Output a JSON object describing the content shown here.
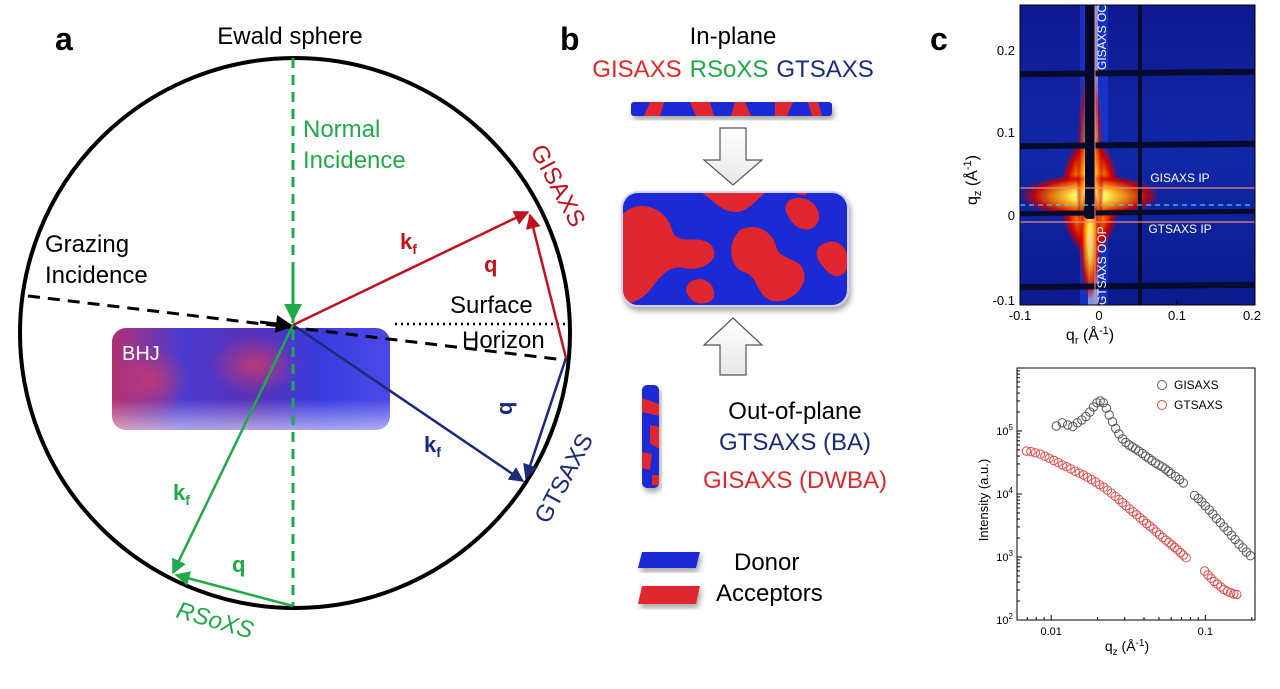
{
  "colors": {
    "black": "#000000",
    "green": "#1faa4a",
    "red": "#c0121e",
    "navy": "#1a2b7a",
    "donor_blue": "#1f2bd6",
    "acceptor_red": "#e0282d",
    "gisaxs_marker": "#555555",
    "gtsaxs_marker": "#e24a4a"
  },
  "panel_a": {
    "letter": "a",
    "ewald_label": "Ewald sphere",
    "normal_incidence": [
      "Normal",
      "Incidence"
    ],
    "grazing_incidence": [
      "Grazing",
      "Incidence"
    ],
    "surface_horizon": [
      "Surface",
      "Horizon"
    ],
    "bhj_label": "BHJ",
    "gisaxs_label": "GISAXS",
    "gtsaxs_label": "GTSAXS",
    "rsoxs_label": "RSoXS",
    "kf_main": "k",
    "kf_sub": "f",
    "q_label": "q"
  },
  "panel_b": {
    "letter": "b",
    "inplane_title": "In-plane",
    "inplane_methods": [
      "GISAXS",
      "RSoXS",
      "GTSAXS"
    ],
    "outofplane_title": "Out-of-plane",
    "outofplane_methods": [
      "GTSAXS (BA)",
      "GISAXS (DWBA)"
    ],
    "legend": [
      "Donor",
      "Acceptors"
    ]
  },
  "panel_c": {
    "letter": "c",
    "map": {
      "ylabel_main": "q",
      "ylabel_sub": "z",
      "ylabel_unit": " (Å",
      "ylabel_exp": "-1",
      "ylabel_close": ")",
      "xlabel_main": "q",
      "xlabel_sub": "r",
      "xlabel_unit": " (Å",
      "xlabel_exp": "-1",
      "xlabel_close": ")",
      "xticks": [
        "-0.1",
        "0",
        "0.1",
        "0.2"
      ],
      "yticks": [
        "0.2",
        "0.1",
        "0",
        "-0.1"
      ],
      "annotations": [
        "GISAXS OOP",
        "GISAXS IP",
        "GTSAXS IP",
        "GTSAXS OOP"
      ]
    }
  },
  "chart_data": {
    "type": "scatter",
    "xlabel": "q_z (Å^-1)",
    "ylabel": "Intensity (a.u.)",
    "xscale": "log",
    "yscale": "log",
    "xlim": [
      0.006,
      0.21
    ],
    "ylim": [
      100,
      1000000
    ],
    "xtick_labels": [
      "0.01",
      "0.1"
    ],
    "ytick_labels": [
      "10^2",
      "10^3",
      "10^4",
      "10^5"
    ],
    "legend_position": "top-right",
    "series": [
      {
        "name": "GISAXS",
        "x": [
          0.0108,
          0.0118,
          0.0128,
          0.0138,
          0.0148,
          0.0158,
          0.0168,
          0.0178,
          0.0188,
          0.0198,
          0.0208,
          0.0218,
          0.0228,
          0.0238,
          0.025,
          0.0262,
          0.0275,
          0.029,
          0.0305,
          0.032,
          0.0336,
          0.0353,
          0.037,
          0.039,
          0.041,
          0.043,
          0.045,
          0.0475,
          0.05,
          0.0525,
          0.055,
          0.0575,
          0.06,
          0.064,
          0.068,
          0.072,
          0.085,
          0.09,
          0.095,
          0.1,
          0.106,
          0.112,
          0.118,
          0.125,
          0.132,
          0.14,
          0.148,
          0.156,
          0.165,
          0.175,
          0.185,
          0.196
        ],
        "y": [
          120000,
          135000,
          125000,
          118000,
          135000,
          150000,
          170000,
          200000,
          240000,
          280000,
          300000,
          280000,
          230000,
          180000,
          140000,
          110000,
          90000,
          75000,
          66000,
          60000,
          56000,
          52000,
          48000,
          44000,
          40000,
          37000,
          34000,
          31000,
          29000,
          27000,
          25000,
          23000,
          21000,
          19000,
          17000,
          15000,
          9500,
          8500,
          7500,
          6500,
          5600,
          4800,
          4100,
          3500,
          3000,
          2600,
          2200,
          1900,
          1600,
          1400,
          1200,
          1050
        ]
      },
      {
        "name": "GTSAXS",
        "x": [
          0.0069,
          0.0074,
          0.0079,
          0.0085,
          0.0091,
          0.0097,
          0.0104,
          0.0111,
          0.0118,
          0.0126,
          0.0134,
          0.0143,
          0.0152,
          0.0162,
          0.0172,
          0.0183,
          0.0194,
          0.0206,
          0.0219,
          0.0232,
          0.0246,
          0.026,
          0.0275,
          0.029,
          0.0306,
          0.0323,
          0.034,
          0.0358,
          0.0377,
          0.0396,
          0.0416,
          0.0437,
          0.0459,
          0.0482,
          0.0505,
          0.053,
          0.0555,
          0.058,
          0.0606,
          0.0633,
          0.066,
          0.069,
          0.072,
          0.075,
          0.099,
          0.104,
          0.109,
          0.114,
          0.12,
          0.126,
          0.132,
          0.139,
          0.146,
          0.153,
          0.16
        ],
        "y": [
          48000,
          47000,
          45000,
          43000,
          40000,
          37000,
          34000,
          31500,
          29000,
          27000,
          25000,
          23000,
          21500,
          20000,
          18500,
          17000,
          15500,
          14000,
          12800,
          11500,
          10300,
          9200,
          8200,
          7300,
          6500,
          5800,
          5200,
          4700,
          4200,
          3800,
          3400,
          3100,
          2800,
          2500,
          2250,
          2050,
          1850,
          1700,
          1550,
          1420,
          1300,
          1180,
          1070,
          970,
          600,
          520,
          460,
          410,
          370,
          335,
          305,
          285,
          270,
          260,
          255
        ]
      }
    ]
  }
}
